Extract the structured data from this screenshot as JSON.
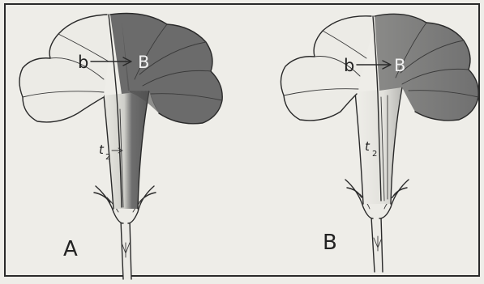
{
  "figure": {
    "panel_a": {
      "panel_label": "A",
      "petal_label": "b",
      "petal_target_label": "B",
      "tube_label_text": "t",
      "tube_label_index": "2"
    },
    "panel_b": {
      "panel_label": "B",
      "petal_label": "b",
      "petal_target_label": "B",
      "tube_label_text": "t",
      "tube_label_index": "2"
    },
    "colors": {
      "paper": "#eeede8",
      "border": "#2a2a2a",
      "light_shade": "#ecebe6",
      "dark_shade": "#6b6b6b"
    }
  }
}
